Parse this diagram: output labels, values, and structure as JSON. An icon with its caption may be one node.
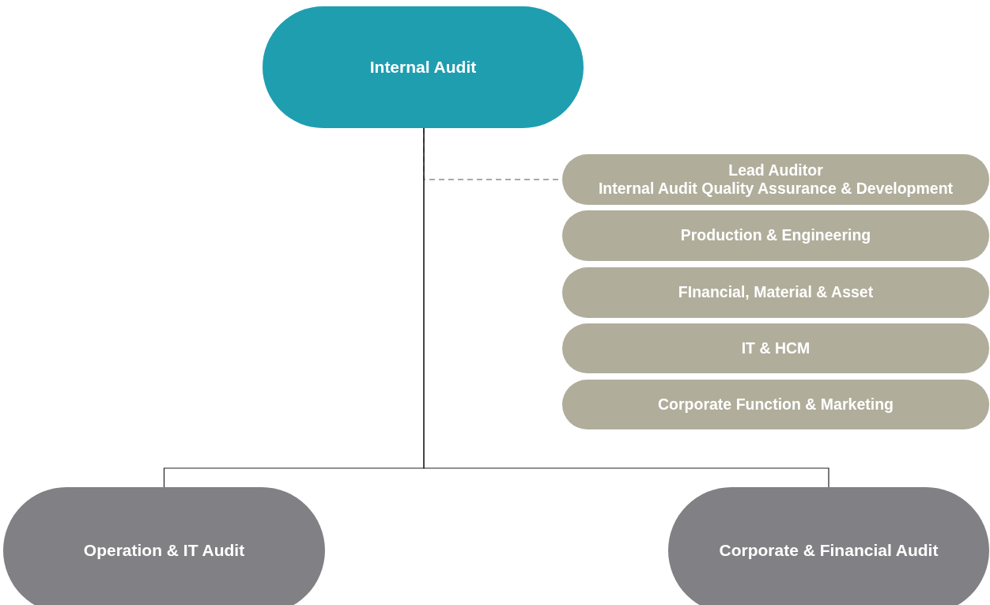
{
  "diagram": {
    "nodes": [
      {
        "text": [
          "Internal Audit"
        ]
      },
      {
        "text": [
          "Lead Auditor",
          "Internal Audit Quality Assurance & Development"
        ]
      },
      {
        "text": [
          "Production & Engineering"
        ]
      },
      {
        "text": [
          "FInancial, Material & Asset"
        ]
      },
      {
        "text": [
          "IT & HCM"
        ]
      },
      {
        "text": [
          "Corporate Function & Marketing"
        ]
      },
      {
        "text": [
          "Operation & IT Audit"
        ]
      },
      {
        "text": [
          "Corporate & Financial Audit"
        ]
      }
    ],
    "edges": [
      {
        "from": 0,
        "to": 1,
        "arrow": "none",
        "style": "dashed"
      },
      {
        "from": 0,
        "to": 6,
        "arrow": "none"
      },
      {
        "from": 0,
        "to": 7,
        "arrow": "none"
      }
    ]
  }
}
